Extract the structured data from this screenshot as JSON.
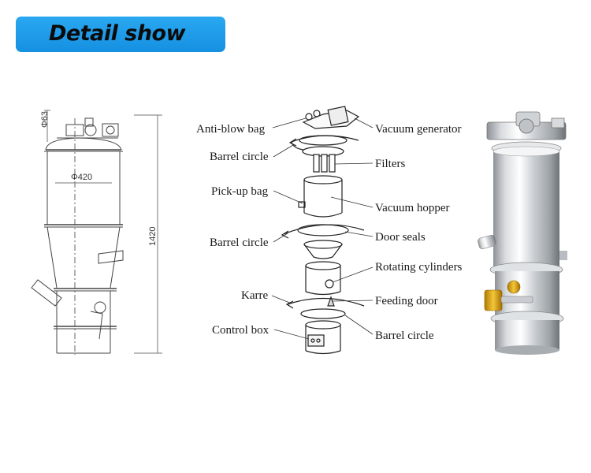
{
  "banner": {
    "title": "Detail show",
    "color": "#1a9bea"
  },
  "drawing": {
    "dim_pipe": "Φ63",
    "dim_diameter": "Φ420",
    "dim_height": "1420"
  },
  "exploded_view": {
    "left_labels": [
      "Anti-blow bag",
      "Barrel circle",
      "Pick-up bag",
      "Barrel circle",
      "Karre",
      "Control box"
    ],
    "right_labels": [
      "Vacuum generator",
      "Filters",
      "Vacuum hopper",
      "Door seals",
      "Rotating cylinders",
      "Feeding door",
      "Barrel circle"
    ]
  }
}
